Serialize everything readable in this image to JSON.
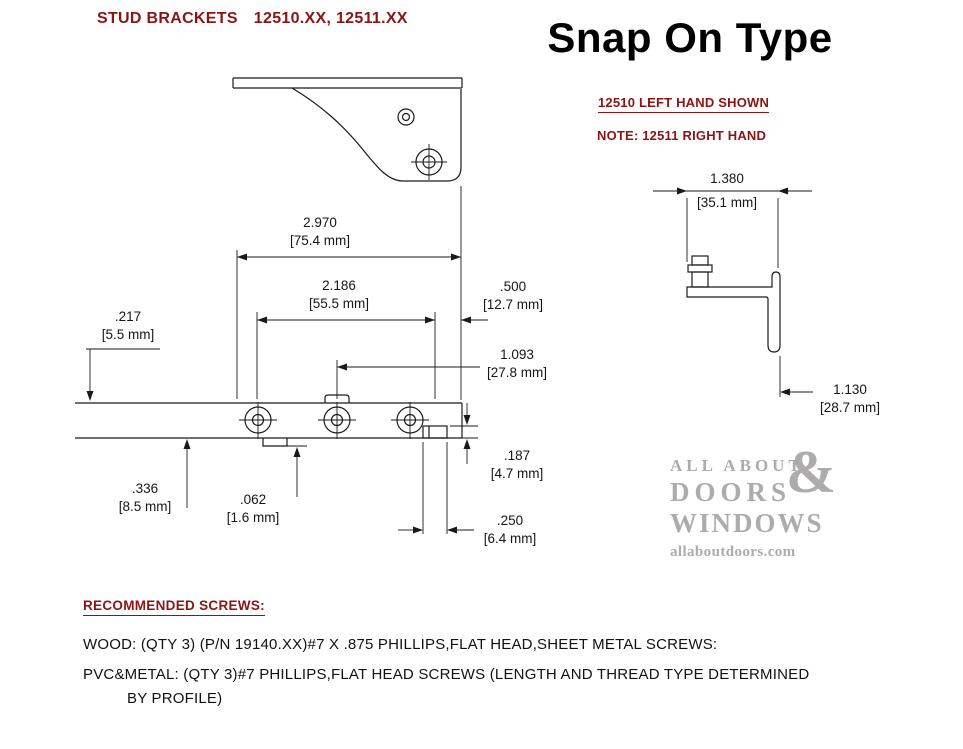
{
  "header": {
    "title": "STUD BRACKETS",
    "part_numbers": "12510.XX, 12511.XX",
    "type_title": "Snap On Type",
    "hand_shown": "12510 LEFT HAND SHOWN",
    "hand_note": "NOTE: 12511 RIGHT HAND"
  },
  "dimensions": {
    "front_width": {
      "in": "2.970",
      "mm": "[75.4 mm]"
    },
    "hole_span": {
      "in": "2.186",
      "mm": "[55.5 mm]"
    },
    "end_offset": {
      "in": ".500",
      "mm": "[12.7 mm]"
    },
    "top_offset": {
      "in": ".217",
      "mm": "[5.5 mm]"
    },
    "mid_hole": {
      "in": "1.093",
      "mm": "[27.8 mm]"
    },
    "lip_height": {
      "in": ".187",
      "mm": "[4.7 mm]"
    },
    "bar_height": {
      "in": ".336",
      "mm": "[8.5 mm]"
    },
    "notch_depth": {
      "in": ".062",
      "mm": "[1.6 mm]"
    },
    "tab_width": {
      "in": ".250",
      "mm": "[6.4 mm]"
    },
    "side_width": {
      "in": "1.380",
      "mm": "[35.1 mm]"
    },
    "side_height": {
      "in": "1.130",
      "mm": "[28.7 mm]"
    }
  },
  "watermark": {
    "line1": "ALL ABOUT",
    "ampersand": "&",
    "line2": "DOORS",
    "line3": "WINDOWS",
    "url": "allaboutdoors.com"
  },
  "screws": {
    "heading": "RECOMMENDED SCREWS:",
    "wood_line": "WOOD: (QTY 3) (P/N 19140.XX)#7 X .875 PHILLIPS,FLAT HEAD,SHEET METAL SCREWS:",
    "pvc_line1": "PVC&METAL: (QTY 3)#7 PHILLIPS,FLAT HEAD SCREWS (LENGTH AND THREAD TYPE DETERMINED",
    "pvc_line2": "BY PROFILE)"
  },
  "colors": {
    "accent_maroon": "#8b1414",
    "drawing_black": "#1a1a1a",
    "watermark_gray": "#adabab"
  }
}
